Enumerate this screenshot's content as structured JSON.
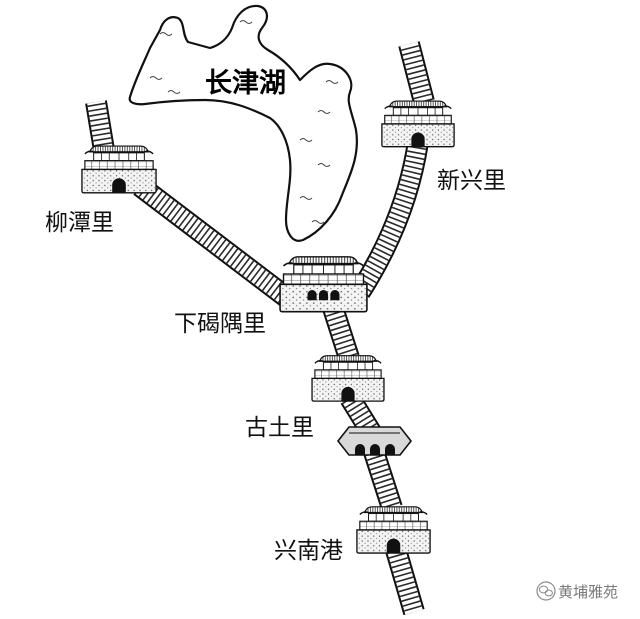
{
  "map": {
    "lake_label": "长津湖",
    "places": [
      {
        "name": "柳潭里"
      },
      {
        "name": "新兴里"
      },
      {
        "name": "下碣隅里"
      },
      {
        "name": "古土里"
      },
      {
        "name": "兴南港"
      }
    ]
  },
  "watermark": {
    "text": "黄埔雅苑",
    "icon": "wechat-icon"
  },
  "colors": {
    "ink": "#111111",
    "background": "#ffffff",
    "watermark": "#7a7a7a"
  }
}
